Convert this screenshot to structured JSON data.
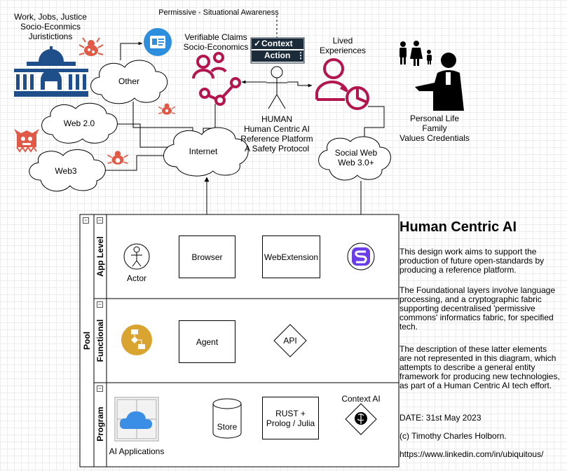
{
  "labels": {
    "work_jobs": "Work, Jobs, Justice",
    "socio_economics_top": "Socio-Econmics",
    "jurisdictions": "Juristictions",
    "permissive": "Permissive - Situational Awareness",
    "verifiable_claims": "Verifiable Claims",
    "socio_economics": "Socio-Economics",
    "context": "Context",
    "context_check": "✓",
    "action": "Action",
    "action_more": "⋮",
    "lived": "Lived",
    "experiences": "Experiences",
    "other": "Other",
    "web20": "Web 2.0",
    "web3": "Web3",
    "internet": "Internet",
    "human": "HUMAN",
    "human_ai": "Human Centric AI",
    "reference_platform": "Reference Platform",
    "safety_protocol": "A Safety Protocol",
    "social_web": "Social Web",
    "web30": "Web 3.0+",
    "personal_life": "Personal Life",
    "family": "Family",
    "values_credentials": "Values Credentials"
  },
  "pool": {
    "title": "Pool",
    "collapse": "−",
    "lanes": [
      {
        "title": "App Level"
      },
      {
        "title": "Functional"
      },
      {
        "title": "Program"
      }
    ]
  },
  "nodes": {
    "actor": "Actor",
    "browser": "Browser",
    "webextension": "WebExtension",
    "agent": "Agent",
    "api": "API",
    "store": "Store",
    "rust_line1": "RUST +",
    "rust_line2": "Prolog / Julia",
    "context_ai": "Context AI",
    "ai_applications": "AI Applications"
  },
  "description": {
    "title": "Human Centric AI",
    "p1": "This design work aims to support the production of future open-standards by producing a reference platform.",
    "p2": "The Foundational layers involve language processing, and a cryptographic fabric supporting decentralised 'permissive commons' informatics fabric, for specified tech.",
    "p3": "The description of these latter elements are not represented in this diagram, which attempts to describe a general entity framework for producing new technologies, as part of a Human Centric AI tech effort.",
    "date": "DATE: 31st May 2023",
    "copyright": "(c) Timothy Charles Holborn.",
    "url": "https://www.linkedin.com/in/ubiquitous/"
  },
  "colors": {
    "building": "#1f4f8a",
    "bug": "#e05a47",
    "magenta": "#b3154f",
    "card_blue": "#2e8ede",
    "dark_button": "#1b2b3a",
    "gear_gold": "#d9a530",
    "cloud_blue": "#3a8ee6",
    "s_purple": "#6a3de8"
  },
  "icons": {
    "building": "government-building-icon",
    "bug": "bug-icon",
    "card": "id-card-icon",
    "network_people": "people-network-icon",
    "person_chart": "person-chart-icon",
    "family": "family-icon",
    "presenter": "presenter-icon",
    "stick_figure": "stick-figure-icon",
    "workflow": "workflow-icon",
    "cloud_app": "cloud-app-icon",
    "ai_brain": "ai-brain-icon",
    "s_logo": "s-logo-icon"
  }
}
